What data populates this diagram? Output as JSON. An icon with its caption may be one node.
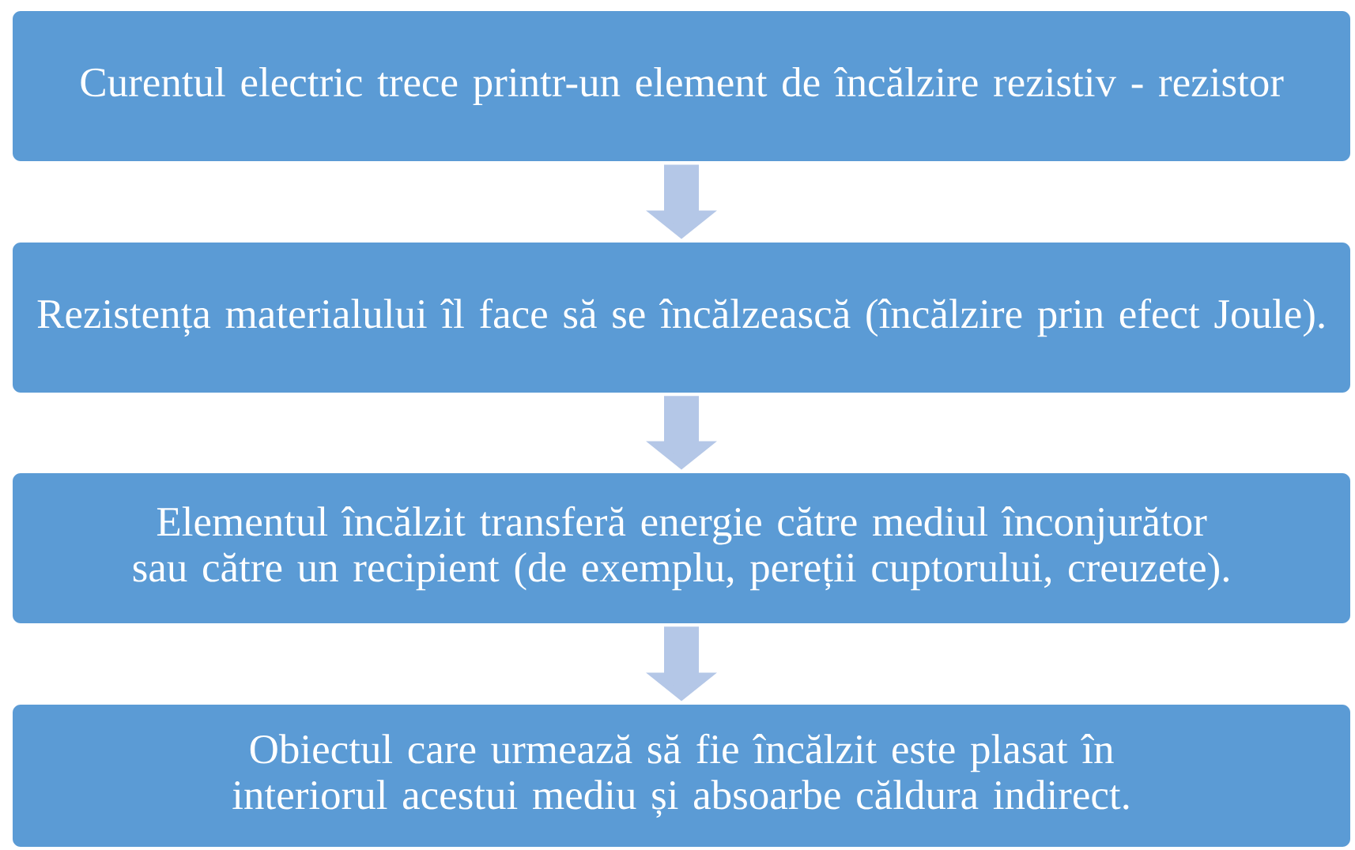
{
  "diagram": {
    "nodes": [
      {
        "text": [
          "Curentul electric trece printr-un element de încălzire rezistiv - rezistor"
        ]
      },
      {
        "text": [
          "Rezistența materialului îl face să se încălzească (încălzire prin efect Joule)."
        ]
      },
      {
        "text": [
          "Elementul încălzit transferă energie către mediul înconjurător sau către un recipient (de exemplu, pereții cuptorului, creuzete)."
        ]
      },
      {
        "text": [
          "Obiectul care urmează să fie încălzit este plasat în interiorul acestui mediu și absoarbe căldura indirect."
        ]
      }
    ],
    "edges": [
      {
        "from": 0,
        "to": 1,
        "arrow": "to"
      },
      {
        "from": 1,
        "to": 2,
        "arrow": "to"
      },
      {
        "from": 2,
        "to": 3,
        "arrow": "to"
      }
    ]
  }
}
